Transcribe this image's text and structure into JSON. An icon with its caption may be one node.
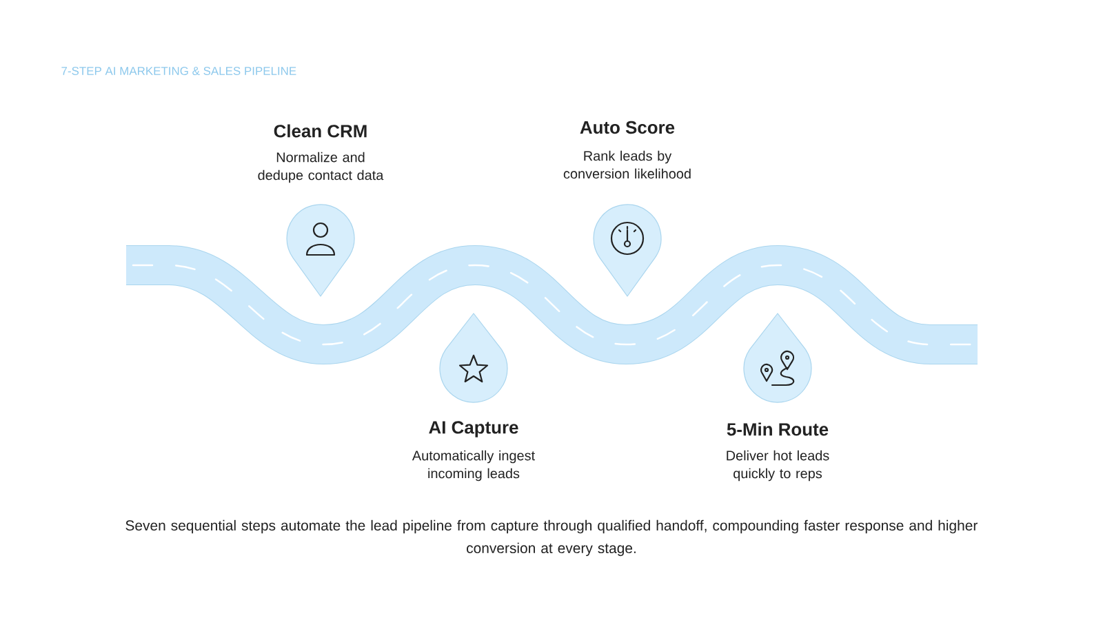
{
  "diagram": {
    "title": "7-STEP AI MARKETING & SALES PIPELINE",
    "caption": "Seven sequential steps automate the lead pipeline from capture through qualified handoff, compounding faster response and higher conversion at every stage.",
    "nodes": [
      {
        "text": [
          "Clean CRM",
          "Normalize and dedupe contact data"
        ]
      },
      {
        "text": [
          "Auto Score",
          "Rank leads by conversion likelihood"
        ]
      },
      {
        "text": [
          "AI Capture",
          "Automatically ingest incoming leads"
        ]
      },
      {
        "text": [
          "5-Min Route",
          "Deliver hot leads quickly to reps"
        ]
      }
    ]
  }
}
